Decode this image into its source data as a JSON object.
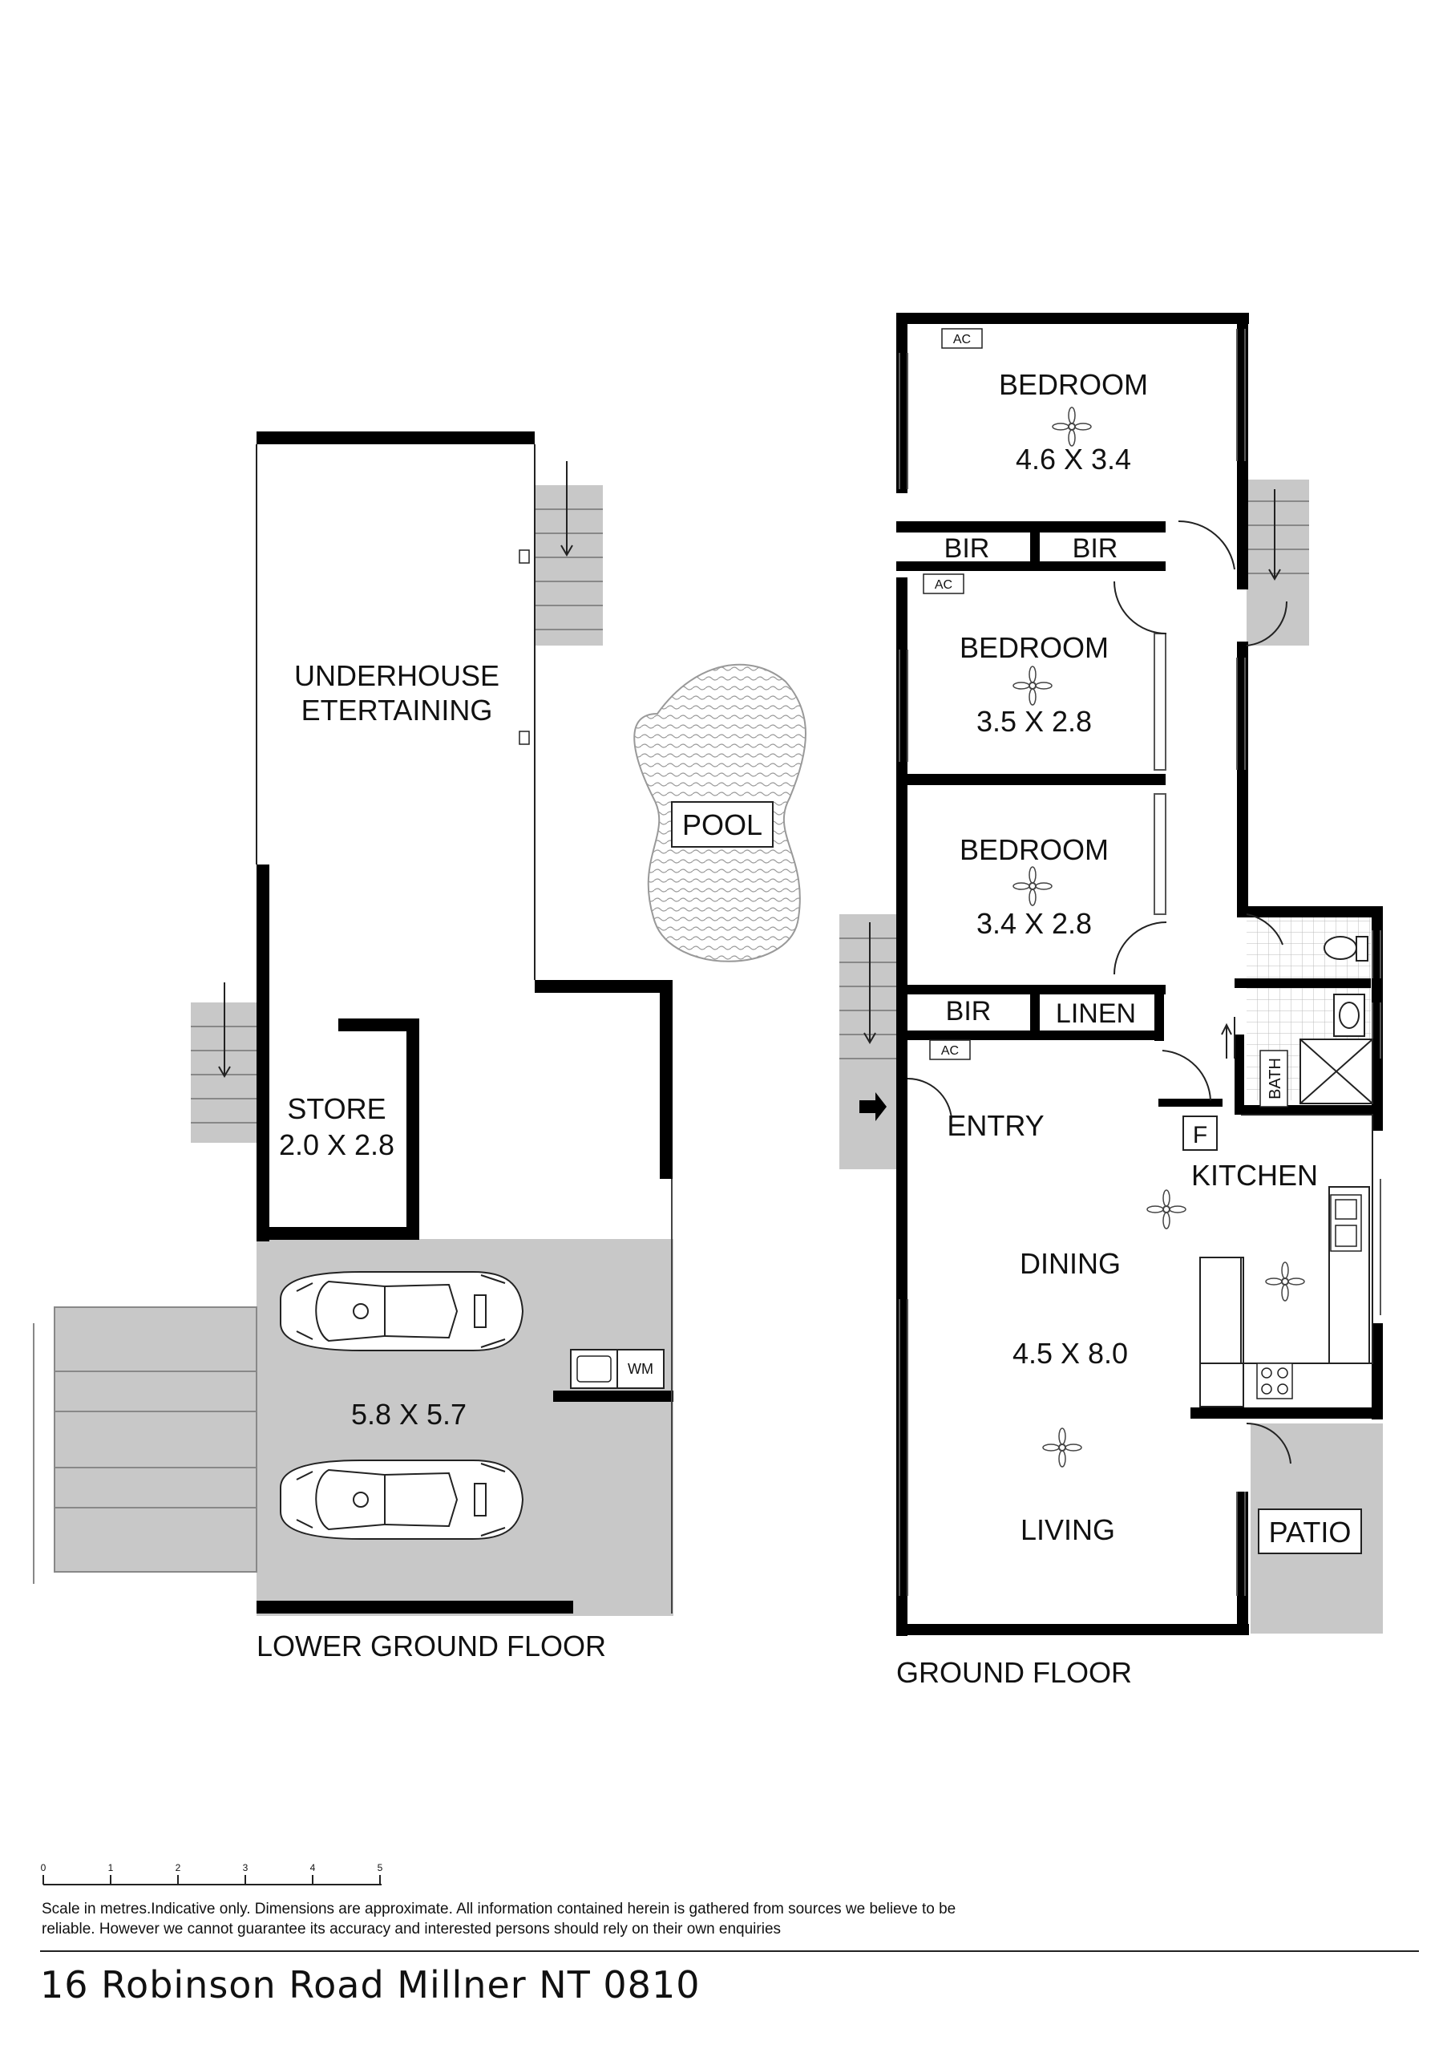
{
  "floors": {
    "lower_ground": {
      "title": "LOWER GROUND FLOOR",
      "rooms": {
        "underhouse": [
          "UNDERHOUSE",
          "ETERTAINING"
        ],
        "store_name": "STORE",
        "store_dims": "2.0 X 2.8",
        "garage_dims": "5.8 X 5.7",
        "pool": "POOL",
        "wm": "WM"
      }
    },
    "ground": {
      "title": "GROUND FLOOR",
      "rooms": {
        "bedroom1_name": "BEDROOM",
        "bedroom1_dims": "4.6 X 3.4",
        "bedroom2_name": "BEDROOM",
        "bedroom2_dims": "3.5 X 2.8",
        "bedroom3_name": "BEDROOM",
        "bedroom3_dims": "3.4 X 2.8",
        "bir": "BIR",
        "linen": "LINEN",
        "ac": "AC",
        "entry": "ENTRY",
        "kitchen": "KITCHEN",
        "fridge": "F",
        "dining": "DINING",
        "living_dims": "4.5 X 8.0",
        "living": "LIVING",
        "bath": "BATH",
        "patio": "PATIO"
      }
    }
  },
  "scale": {
    "ticks": [
      "0",
      "1",
      "2",
      "3",
      "4",
      "5"
    ],
    "unit": "metres"
  },
  "disclaimer": "Scale in metres.Indicative only. Dimensions are approximate. All information contained herein is gathered from sources we believe to be reliable. However we cannot guarantee its accuracy and interested persons should rely on their own enquiries",
  "address": "16 Robinson Road Millner NT 0810",
  "colors": {
    "wall": "#000000",
    "shade": "#c8c8c8",
    "pool_fill": "#d9d9d9"
  }
}
